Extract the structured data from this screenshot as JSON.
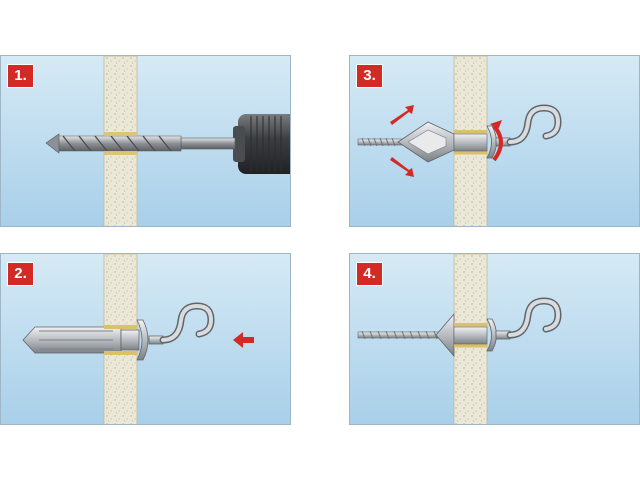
{
  "steps": [
    {
      "label": "1.",
      "action": "drill-hole"
    },
    {
      "label": "2.",
      "action": "insert-anchor"
    },
    {
      "label": "3.",
      "action": "tighten-and-expand"
    },
    {
      "label": "4.",
      "action": "installed"
    }
  ],
  "colors": {
    "sky_top": "#d3e8f4",
    "sky_bottom": "#a9d0ea",
    "wall": "#e9e6d6",
    "arrow": "#d42a25",
    "badge": "#d42a25",
    "metal": "#b9bdc2",
    "collar": "#d9c26a"
  }
}
